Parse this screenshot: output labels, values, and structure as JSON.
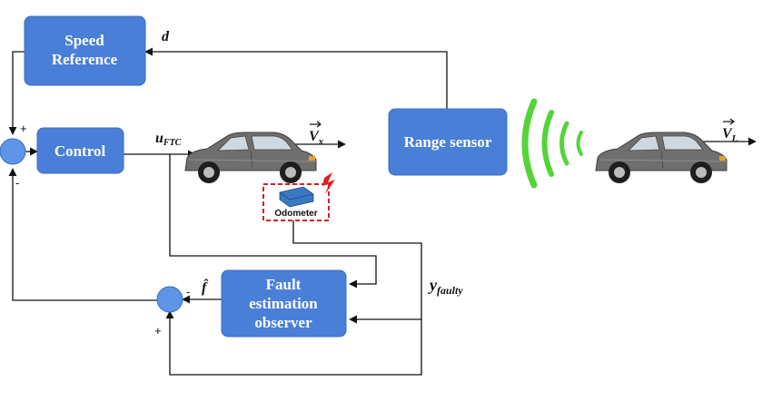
{
  "blocks": {
    "speed_reference": [
      "Speed",
      "Reference"
    ],
    "control": "Control",
    "range_sensor": "Range sensor",
    "fault_observer": [
      "Fault",
      "estimation",
      "observer"
    ]
  },
  "signals": {
    "d": "d",
    "u_ftc_main": "u",
    "u_ftc_sub": "FTC",
    "vx_main": "V",
    "vx_sub": "x",
    "vl_main": "V",
    "vl_sub": "L",
    "y_faulty_main": "y",
    "y_faulty_sub": "faulty",
    "f_hat": "f̂"
  },
  "sensor_label": "Odometer",
  "signs": {
    "sum1_top": "+",
    "sum1_left": "-",
    "sum2_right": "-",
    "sum2_bottom": "+"
  },
  "colors": {
    "block_fill": "#4a7fd8",
    "sum_fill": "#5e95e6",
    "wave": "#55d43a",
    "fault_box": "#d42020",
    "car_body": "#6f6f6f"
  }
}
